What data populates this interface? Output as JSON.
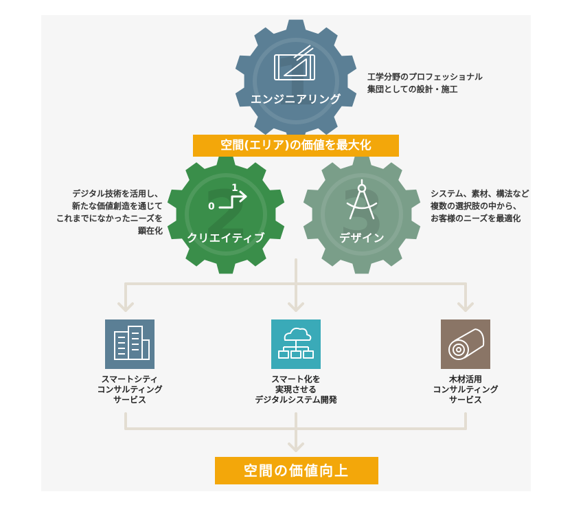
{
  "banner_top": "空間(エリア)の価値を最大化",
  "banner_bottom": "空間の価値向上",
  "gears": [
    {
      "label": "エンジニアリング",
      "number": "1",
      "color": "#5b7f95",
      "icon": "blueprint-icon"
    },
    {
      "label": "クリエイティブ",
      "number": "2",
      "color": "#3a8e4a",
      "icon": "step-arrow-icon"
    },
    {
      "label": "デザイン",
      "number": "3",
      "color": "#7a9e89",
      "icon": "compass-icon"
    }
  ],
  "notes": {
    "engineering": [
      "工学分野のプロフェッショナル",
      "集団としての設計・施工"
    ],
    "creative": [
      "デジタル技術を活用し、",
      "新たな価値創造を通じて",
      "これまでになかったニーズを",
      "顕在化"
    ],
    "design": [
      "システム、素材、構法など",
      "複数の選択肢の中から、",
      "お客様のニーズを最適化"
    ]
  },
  "creative_icon_digits": [
    "0",
    "1"
  ],
  "services": [
    {
      "lines": [
        "スマートシティ",
        "コンサルティング",
        "サービス"
      ],
      "color": "#5b7f95",
      "icon": "city-buildings-icon"
    },
    {
      "lines": [
        "スマート化を",
        "実現させる",
        "デジタルシステム開発"
      ],
      "color": "#3aaab8",
      "icon": "cloud-network-icon"
    },
    {
      "lines": [
        "木材活用",
        "コンサルティング",
        "サービス"
      ],
      "color": "#8a7566",
      "icon": "wood-log-icon"
    }
  ],
  "colors": {
    "panel": "#f6f6f6",
    "banner": "#f3a70a",
    "connector": "#e3ddd2"
  }
}
